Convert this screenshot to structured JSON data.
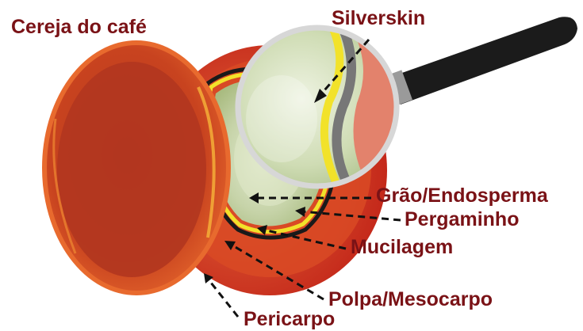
{
  "title": "Cereja do café",
  "labels": {
    "silverskin": "Silverskin",
    "grao": "Grão/Endosperma",
    "pergaminho": "Pergaminho",
    "mucilagem": "Mucilagem",
    "polpa": "Polpa/Mesocarpo",
    "pericarpo": "Pericarpo"
  },
  "colors": {
    "label_text": "#7a1216",
    "skin_red": "#c62a1a",
    "pulp_orange": "#e0552a",
    "bean_green": "#b8c98e",
    "parchment_yellow": "#f2e22a"
  },
  "icons": [
    "magnifying-glass-icon"
  ]
}
